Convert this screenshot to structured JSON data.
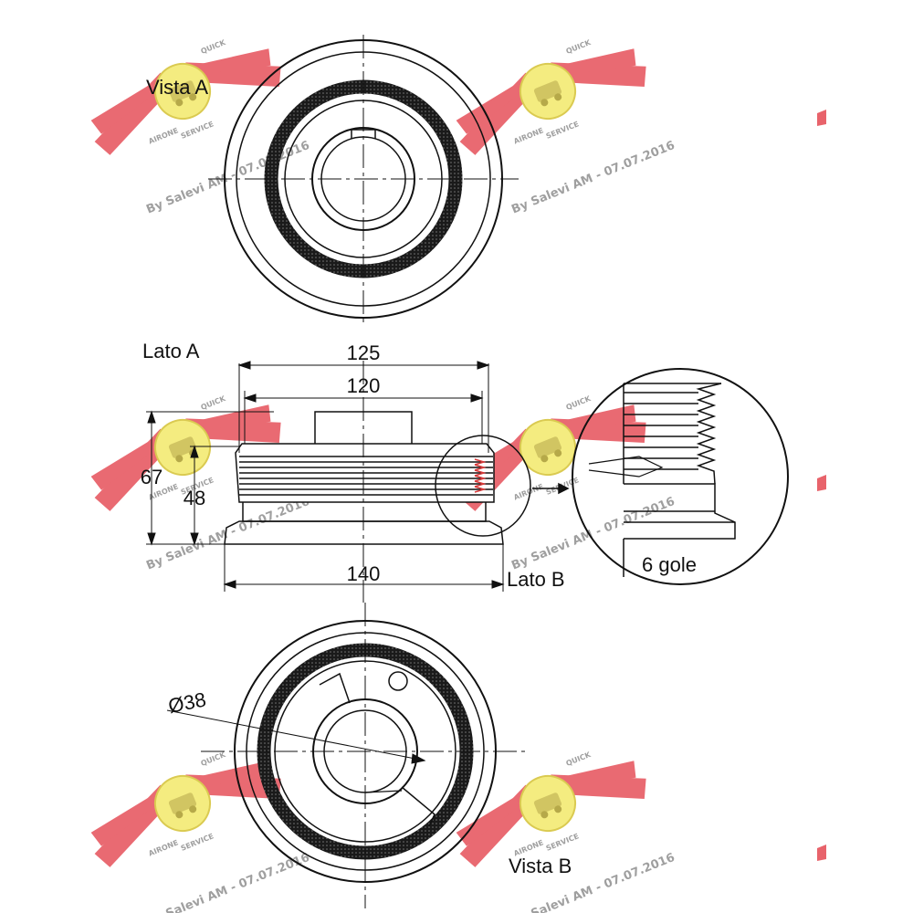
{
  "labels": {
    "vista_a": "Vista A",
    "lato_a": "Lato A",
    "lato_b": "Lato B",
    "vista_b": "Vista B",
    "detail": "6 gole"
  },
  "dimensions": {
    "width_125": "125",
    "width_120": "120",
    "width_140": "140",
    "height_67": "67",
    "height_48": "48",
    "diameter": "Ø38"
  },
  "watermark": {
    "text": "By Salevi AM - 07.07.2016",
    "logo_top": "AIRONE",
    "logo_side": "QUICK",
    "logo_bottom": "SERVICE",
    "wing_color": "#e8636b",
    "badge_color": "#f4ec7a"
  },
  "colors": {
    "line": "#111111",
    "ring": "#1a1a1a",
    "highlight": "#d83a3a"
  }
}
